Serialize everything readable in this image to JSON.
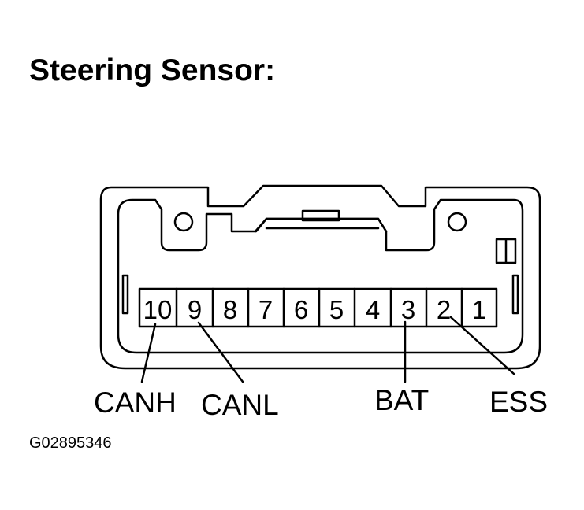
{
  "title": "Steering Sensor:",
  "connector": {
    "pins": [
      "10",
      "9",
      "8",
      "7",
      "6",
      "5",
      "4",
      "3",
      "2",
      "1"
    ]
  },
  "wires": [
    {
      "pin": "10",
      "label": "CANH"
    },
    {
      "pin": "9",
      "label": "CANL"
    },
    {
      "pin": "3",
      "label": "BAT"
    },
    {
      "pin": "2",
      "label": "ESS"
    }
  ],
  "figure_id": "G02895346"
}
